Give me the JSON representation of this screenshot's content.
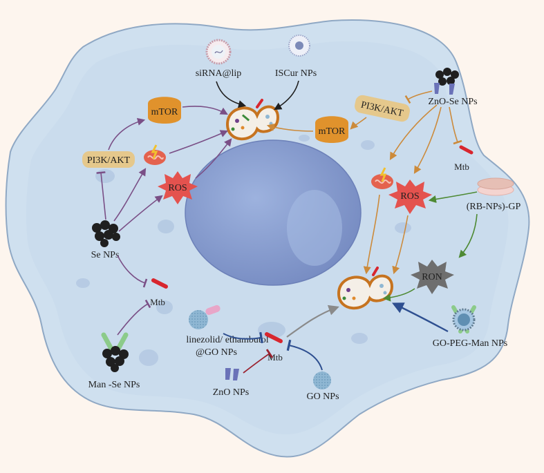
{
  "labels": {
    "sirna_lip": "siRNA@lip",
    "iscur_nps": "ISCur NPs",
    "mtor_left": "mTOR",
    "mtor_right": "mTOR",
    "pi3k_left": "PI3K/AKT",
    "pi3k_right": "PI3K/AKT",
    "ros_left": "ROS",
    "ros_right": "ROS",
    "se_nps": "Se NPs",
    "man_se_nps": "Man -Se NPs",
    "mtb_left": "Mtb",
    "mtb_top_right": "Mtb",
    "mtb_center": "Mtb",
    "zno_se_nps": "ZnO-Se NPs",
    "rb_nps_gp": "(RB-NPs)-GP",
    "ron": "RON",
    "linezolid_line1": "linezolid/ ethambutol",
    "linezolid_line2": "@GO NPs",
    "zno_nps": "ZnO NPs",
    "go_nps": "GO NPs",
    "go_peg_man_nps": "GO-PEG-Man NPs"
  },
  "colors": {
    "background": "#fdf5ee",
    "cell_fill": "#cfe0ef",
    "cell_stroke": "#8fa8c4",
    "nucleus": "#8ea4d3",
    "purple_arrow": "#7a4f86",
    "orange_arrow": "#cc8a3a",
    "green_arrow": "#4e8a34",
    "blue_arrow": "#2e4f90",
    "gray_arrow": "#8a8a8a",
    "black_arrow": "#1f1f1f",
    "red_inhibit": "#9b2330",
    "mtor": "#e0922c",
    "pi3k": "#e5c88c",
    "ros": "#e4524e",
    "ron": "#6e6e6e",
    "mtb": "#d8262e"
  }
}
